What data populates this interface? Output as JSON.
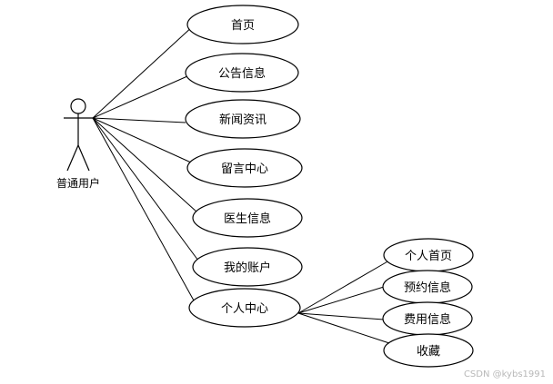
{
  "actor": {
    "label": "普通用户"
  },
  "use_cases": [
    {
      "id": "home",
      "label": "首页"
    },
    {
      "id": "announcements",
      "label": "公告信息"
    },
    {
      "id": "news",
      "label": "新闻资讯"
    },
    {
      "id": "messages",
      "label": "留言中心"
    },
    {
      "id": "doctors",
      "label": "医生信息"
    },
    {
      "id": "account",
      "label": "我的账户"
    },
    {
      "id": "personal_center",
      "label": "个人中心"
    }
  ],
  "sub_use_cases": [
    {
      "id": "personal_home",
      "label": "个人首页"
    },
    {
      "id": "appointments",
      "label": "预约信息"
    },
    {
      "id": "fees",
      "label": "费用信息"
    },
    {
      "id": "favorites",
      "label": "收藏"
    }
  ],
  "watermark": "CSDN @kybs1991"
}
